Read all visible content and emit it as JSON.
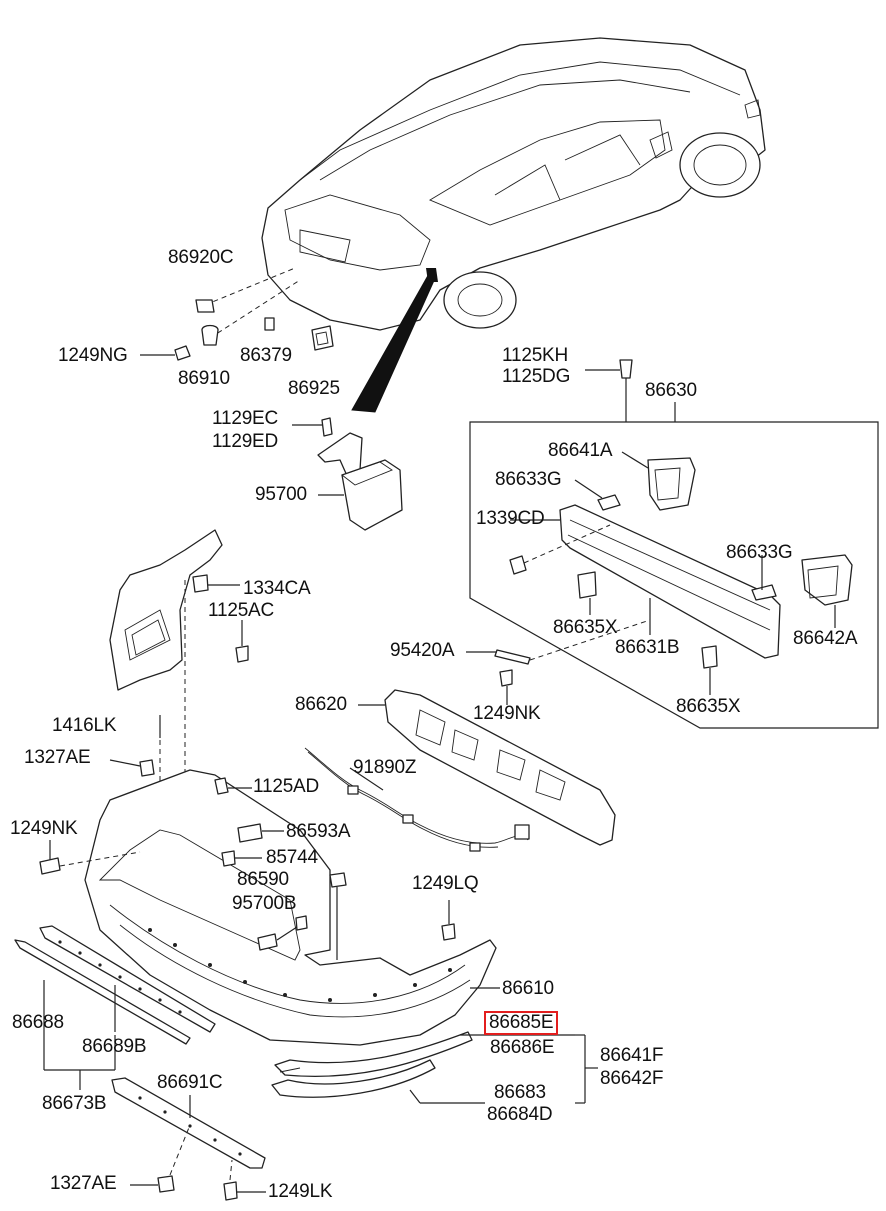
{
  "diagram": {
    "labels": [
      {
        "id": "86920C",
        "text": "86920C"
      },
      {
        "id": "1249NG",
        "text": "1249NG"
      },
      {
        "id": "86910",
        "text": "86910"
      },
      {
        "id": "86379",
        "text": "86379"
      },
      {
        "id": "86925",
        "text": "86925"
      },
      {
        "id": "1129EC",
        "text": "1129EC"
      },
      {
        "id": "1129ED",
        "text": "1129ED"
      },
      {
        "id": "95700",
        "text": "95700"
      },
      {
        "id": "1125KH",
        "text": "1125KH"
      },
      {
        "id": "1125DG",
        "text": "1125DG"
      },
      {
        "id": "86630",
        "text": "86630"
      },
      {
        "id": "86641A",
        "text": "86641A"
      },
      {
        "id": "86633G_a",
        "text": "86633G"
      },
      {
        "id": "1339CD",
        "text": "1339CD"
      },
      {
        "id": "86633G_b",
        "text": "86633G"
      },
      {
        "id": "86635X_a",
        "text": "86635X"
      },
      {
        "id": "86631B",
        "text": "86631B"
      },
      {
        "id": "86642A",
        "text": "86642A"
      },
      {
        "id": "95420A",
        "text": "95420A"
      },
      {
        "id": "1249NK_a",
        "text": "1249NK"
      },
      {
        "id": "86635X_b",
        "text": "86635X"
      },
      {
        "id": "1334CA",
        "text": "1334CA"
      },
      {
        "id": "1125AC",
        "text": "1125AC"
      },
      {
        "id": "86620",
        "text": "86620"
      },
      {
        "id": "1416LK",
        "text": "1416LK"
      },
      {
        "id": "1327AE_a",
        "text": "1327AE"
      },
      {
        "id": "91890Z",
        "text": "91890Z"
      },
      {
        "id": "1125AD",
        "text": "1125AD"
      },
      {
        "id": "1249NK_b",
        "text": "1249NK"
      },
      {
        "id": "86593A",
        "text": "86593A"
      },
      {
        "id": "85744",
        "text": "85744"
      },
      {
        "id": "86590",
        "text": "86590"
      },
      {
        "id": "1249LQ",
        "text": "1249LQ"
      },
      {
        "id": "95700B",
        "text": "95700B"
      },
      {
        "id": "86610",
        "text": "86610"
      },
      {
        "id": "86685E",
        "text": "86685E"
      },
      {
        "id": "86686E",
        "text": "86686E"
      },
      {
        "id": "86641F",
        "text": "86641F"
      },
      {
        "id": "86642F",
        "text": "86642F"
      },
      {
        "id": "86688",
        "text": "86688"
      },
      {
        "id": "86689B",
        "text": "86689B"
      },
      {
        "id": "86673B",
        "text": "86673B"
      },
      {
        "id": "86691C",
        "text": "86691C"
      },
      {
        "id": "86683",
        "text": "86683"
      },
      {
        "id": "86684D",
        "text": "86684D"
      },
      {
        "id": "1327AE_b",
        "text": "1327AE"
      },
      {
        "id": "1249LK",
        "text": "1249LK"
      }
    ],
    "highlighted": "86685E",
    "highlight_color": "#e31e1e"
  }
}
